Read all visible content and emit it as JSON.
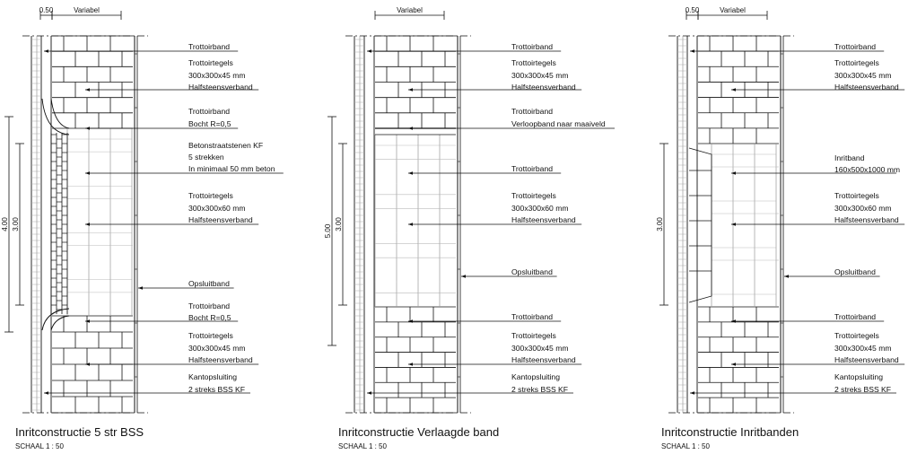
{
  "panels": [
    {
      "title": "Inritconstructie 5 str BSS",
      "scale": "SCHAAL 1 : 50",
      "top_dims": [
        "0.50",
        "Variabel"
      ],
      "side_dims": [
        "4.00",
        "3.00"
      ],
      "labels": [
        [
          "Trottoirband"
        ],
        [
          "Trottoirtegels",
          "300x300x45 mm",
          "Halfsteensverband"
        ],
        [
          "Trottoirband",
          "Bocht R=0,5"
        ],
        [
          "Betonstraatstenen KF",
          "5 strekken",
          "In minimaal 50 mm beton"
        ],
        [
          "Trottoirtegels",
          "300x300x60 mm",
          "Halfsteensverband"
        ],
        [
          "Opsluitband"
        ],
        [
          "Trottoirband",
          "Bocht R=0,5"
        ],
        [
          "Trottoirtegels",
          "300x300x45 mm",
          "Halfsteensverband"
        ],
        [
          "Kantopsluiting",
          "2 streks BSS KF"
        ]
      ]
    },
    {
      "title": "Inritconstructie Verlaagde band",
      "scale": "SCHAAL 1 : 50",
      "top_dims": [
        "Variabel"
      ],
      "side_dims": [
        "5.00",
        "3.00"
      ],
      "labels": [
        [
          "Trottoirband"
        ],
        [
          "Trottoirtegels",
          "300x300x45 mm",
          "Halfsteensverband"
        ],
        [
          "Trottoirband",
          "Verloopband naar maaiveld"
        ],
        [
          "Trottoirband"
        ],
        [
          "Trottoirtegels",
          "300x300x60 mm",
          "Halfsteensverband"
        ],
        [
          "Opsluitband"
        ],
        [
          "Trottoirband"
        ],
        [
          "Trottoirtegels",
          "300x300x45 mm",
          "Halfsteensverband"
        ],
        [
          "Kantopsluiting",
          "2 streks BSS KF"
        ]
      ]
    },
    {
      "title": "Inritconstructie Inritbanden",
      "scale": "SCHAAL 1 : 50",
      "top_dims": [
        "0.50",
        "Variabel"
      ],
      "side_dims": [
        "3.00"
      ],
      "labels": [
        [
          "Trottoirband"
        ],
        [
          "Trottoirtegels",
          "300x300x45 mm",
          "Halfsteensverband"
        ],
        [
          "Inritband",
          "160x500x1000 mm"
        ],
        [
          "Trottoirtegels",
          "300x300x60 mm",
          "Halfsteensverband"
        ],
        [
          "Opsluitband"
        ],
        [
          "Trottoirband"
        ],
        [
          "Trottoirtegels",
          "300x300x45 mm",
          "Halfsteensverband"
        ],
        [
          "Kantopsluiting",
          "2 streks BSS KF"
        ]
      ]
    }
  ]
}
